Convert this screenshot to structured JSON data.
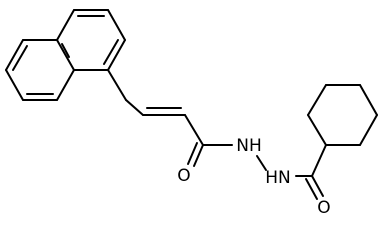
{
  "structure": {
    "atom_labels": {
      "oxygen_left": "O",
      "nh_1": "NH",
      "nh_2": "HN",
      "oxygen_right": "O"
    },
    "colors": {
      "bond": "#000000",
      "label": "#000000",
      "background": "#ffffff"
    }
  }
}
